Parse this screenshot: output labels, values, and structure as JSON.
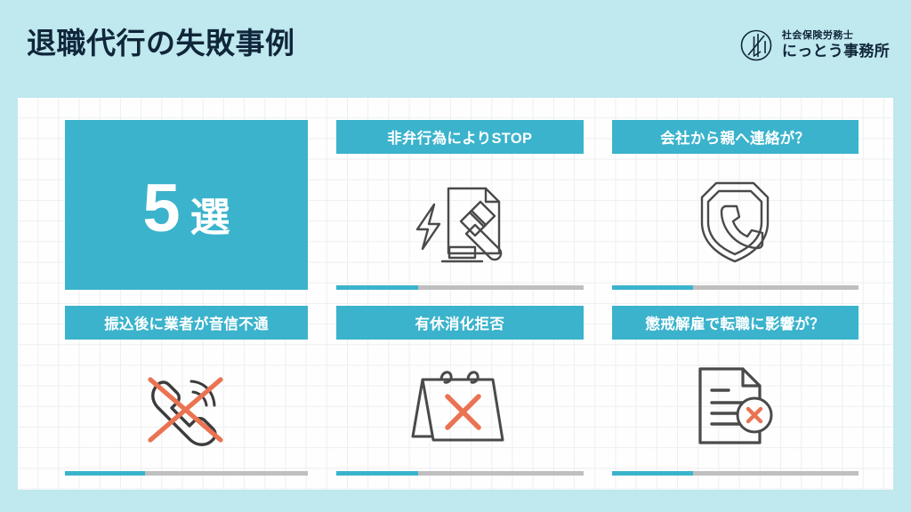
{
  "header": {
    "title": "退職代行の失敗事例",
    "background_color": "#bfe8ef",
    "title_color": "#10263a"
  },
  "logo": {
    "mark_name": "nitto-circle-monogram",
    "subtitle": "社会保険労務士",
    "name": "にっとう事務所"
  },
  "theme": {
    "accent": "#3bb3cc",
    "panel_background": "#fefefe",
    "grid_line": "#eceff0",
    "icon_stroke": "#4a4a4a",
    "icon_accent": "#ea7352",
    "progress_track": "#bfbfbf"
  },
  "hero": {
    "number": "5",
    "unit": "選",
    "background_color": "#3bb3cc",
    "text_color": "#ffffff"
  },
  "cards": [
    {
      "id": "card-hiben",
      "title": "非弁行為によりSTOP",
      "icon": "gavel-document-lightning-icon",
      "progress_percent": 33
    },
    {
      "id": "card-oyaren",
      "title": "会社から親へ連絡が？",
      "icon": "shield-phone-icon",
      "progress_percent": 33
    },
    {
      "id": "card-onshin",
      "title": "振込後に業者が音信不通",
      "icon": "phone-crossed-out-icon",
      "progress_percent": 33
    },
    {
      "id": "card-yukyu",
      "title": "有休消化拒否",
      "icon": "calendar-x-icon",
      "progress_percent": 33
    },
    {
      "id": "card-choukai",
      "title": "懲戒解雇で転職に影響が？",
      "icon": "document-x-icon",
      "progress_percent": 33
    }
  ]
}
